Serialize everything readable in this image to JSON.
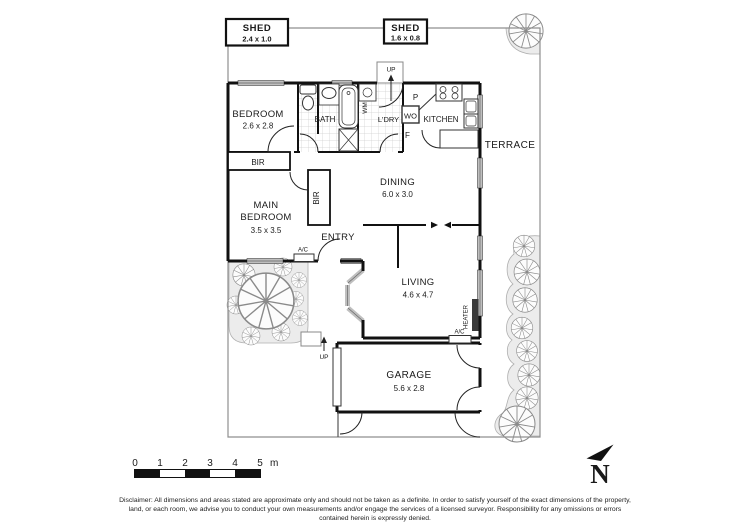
{
  "labels": {
    "shed1_name": "SHED",
    "shed1_dims": "2.4 x 1.0",
    "shed2_name": "SHED",
    "shed2_dims": "1.6 x 0.8",
    "bedroom_name": "BEDROOM",
    "bedroom_dims": "2.6 x 2.8",
    "bir": "BIR",
    "main_bedroom_l1": "MAIN",
    "main_bedroom_l2": "BEDROOM",
    "main_bedroom_dims": "3.5 x 3.5",
    "bath": "BATH",
    "wm": "WM",
    "ldry": "L'DRY",
    "wo": "WO",
    "pantry": "P",
    "fridge": "F",
    "kitchen": "KITCHEN",
    "terrace": "TERRACE",
    "dining_name": "DINING",
    "dining_dims": "6.0 x 3.0",
    "entry": "ENTRY",
    "living_name": "LIVING",
    "living_dims": "4.6 x 4.7",
    "garage_name": "GARAGE",
    "garage_dims": "5.6 x 2.8",
    "heater": "HEATER",
    "ac": "A/C",
    "up": "UP"
  },
  "scale_bar": {
    "t0": "0",
    "t1": "1",
    "t2": "2",
    "t3": "3",
    "t4": "4",
    "t5": "5",
    "unit": "m"
  },
  "compass": {
    "north": "N"
  },
  "disclaimer": "Disclaimer: All dimensions and areas stated are approximate only and should not be taken as a definite. In order to satisfy yourself of the exact dimensions of the property, land, or each room, we advise you to conduct your own measurements and/or engage the services of a licensed surveyor. Responsibility for any omissions or errors contained herein is expressly denied."
}
